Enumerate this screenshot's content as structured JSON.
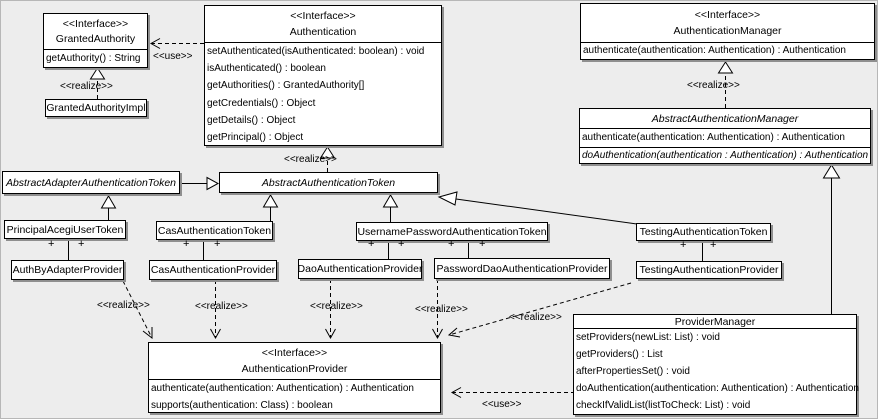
{
  "symbols": {
    "plus": "+"
  },
  "labels": {
    "use": "<<use>>",
    "realize": "<<realize>>"
  },
  "colors": {
    "background": "#ededed",
    "box_fill": "#ffffff",
    "line": "#000000",
    "shadow": "#8f8f8f"
  },
  "classes": {
    "granted_authority": {
      "stereotype": "<<Interface>>",
      "name": "GrantedAuthority",
      "methods": [
        "getAuthority() : String"
      ]
    },
    "granted_authority_impl": {
      "name": "GrantedAuthorityImpl"
    },
    "authentication": {
      "stereotype": "<<Interface>>",
      "name": "Authentication",
      "methods": [
        "setAuthenticated(isAuthenticated: boolean) : void",
        "isAuthenticated() : boolean",
        "getAuthorities() : GrantedAuthority[]",
        "getCredentials() : Object",
        "getDetails() : Object",
        "getPrincipal() : Object"
      ]
    },
    "authentication_manager": {
      "stereotype": "<<Interface>>",
      "name": "AuthenticationManager",
      "methods": [
        "authenticate(authentication: Authentication) : Authentication"
      ]
    },
    "abstract_authentication_manager": {
      "name": "AbstractAuthenticationManager",
      "methods": [
        "authenticate(authentication: Authentication) : Authentication",
        "doAuthentication(authentication : Authentication) : Authentication"
      ]
    },
    "abstract_adapter_authentication_token": {
      "name": "AbstractAdapterAuthenticationToken"
    },
    "abstract_authentication_token": {
      "name": "AbstractAuthenticationToken"
    },
    "principal_acegi_user_token": {
      "name": "PrincipalAcegiUserToken"
    },
    "cas_authentication_token": {
      "name": "CasAuthenticationToken"
    },
    "username_password_authentication_token": {
      "name": "UsernamePasswordAuthenticationToken"
    },
    "testing_authentication_token": {
      "name": "TestingAuthenticationToken"
    },
    "auth_by_adapter_provider": {
      "name": "AuthByAdapterProvider"
    },
    "cas_authentication_provider": {
      "name": "CasAuthenticationProvider"
    },
    "dao_authentication_provider": {
      "name": "DaoAuthenticationProvider"
    },
    "password_dao_authentication_provider": {
      "name": "PasswordDaoAuthenticationProvider"
    },
    "testing_authentication_provider": {
      "name": "TestingAuthenticationProvider"
    },
    "authentication_provider": {
      "stereotype": "<<Interface>>",
      "name": "AuthenticationProvider",
      "methods": [
        "authenticate(authentication: Authentication) : Authentication",
        "supports(authentication: Class) : boolean"
      ]
    },
    "provider_manager": {
      "name": "ProviderManager",
      "methods": [
        "setProviders(newList: List) : void",
        "getProviders() : List",
        "afterPropertiesSet() : void",
        "doAuthentication(authentication: Authentication) : Authentication",
        "checkIfValidList(listToCheck: List) : void"
      ]
    }
  }
}
